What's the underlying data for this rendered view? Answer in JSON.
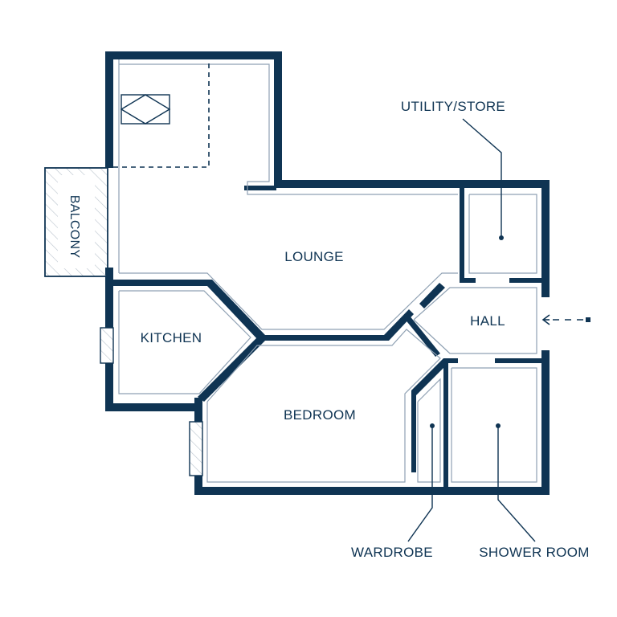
{
  "rooms": {
    "lounge": "LOUNGE",
    "kitchen": "KITCHEN",
    "bedroom": "BEDROOM",
    "hall": "HALL",
    "balcony": "BALCONY"
  },
  "callouts": {
    "utility_store": "UTILITY/STORE",
    "wardrobe": "WARDROBE",
    "shower_room": "SHOWER ROOM"
  },
  "colors": {
    "wall": "#0f3453",
    "inner_line": "#8fa1b3",
    "hatch": "#b9c3cc",
    "background": "#ffffff"
  },
  "icons": {
    "entrance": "entrance-arrow-icon",
    "skylight": "skylight-icon"
  }
}
